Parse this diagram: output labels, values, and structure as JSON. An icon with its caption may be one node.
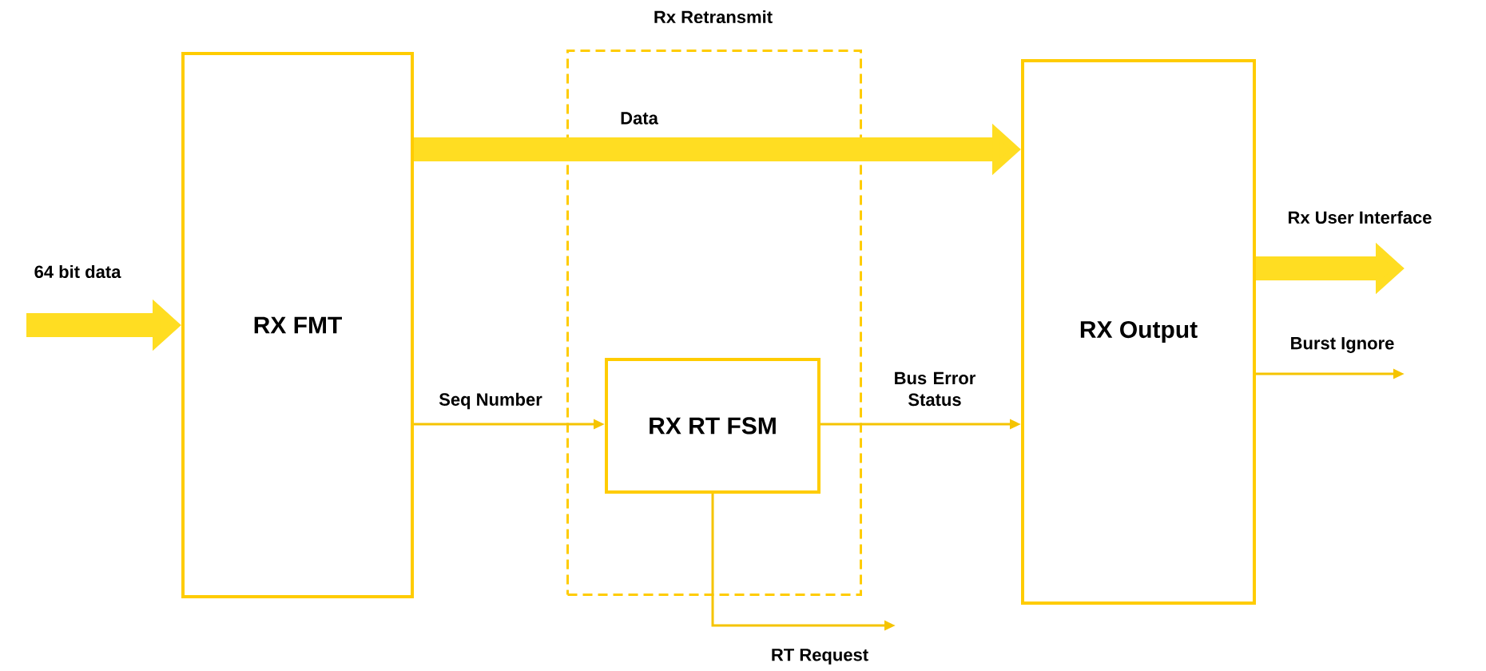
{
  "diagram": {
    "nodes": [
      {
        "text": [
          "RX FMT"
        ]
      },
      {
        "text": [
          "Rx Retransmit"
        ]
      },
      {
        "text": [
          "RX RT FSM"
        ],
        "in": 1
      },
      {
        "text": [
          "RX Output"
        ]
      }
    ],
    "edges": [
      {
        "from": 0,
        "to": 3,
        "arrow": "to",
        "label": "Data",
        "style": "thick"
      },
      {
        "from": null,
        "to": 0,
        "arrow": "to",
        "label": "64 bit data",
        "style": "thick"
      },
      {
        "from": 0,
        "to": 2,
        "arrow": "to",
        "label": "Seq Number"
      },
      {
        "from": 2,
        "to": 3,
        "arrow": "to",
        "label": "Bus Error Status"
      },
      {
        "from": 3,
        "to": null,
        "arrow": "to",
        "label": "Rx User Interface",
        "style": "thick"
      },
      {
        "from": 3,
        "to": null,
        "arrow": "to",
        "label": "Burst Ignore"
      },
      {
        "from": 2,
        "to": null,
        "arrow": "to",
        "label": "RT Request"
      }
    ]
  }
}
